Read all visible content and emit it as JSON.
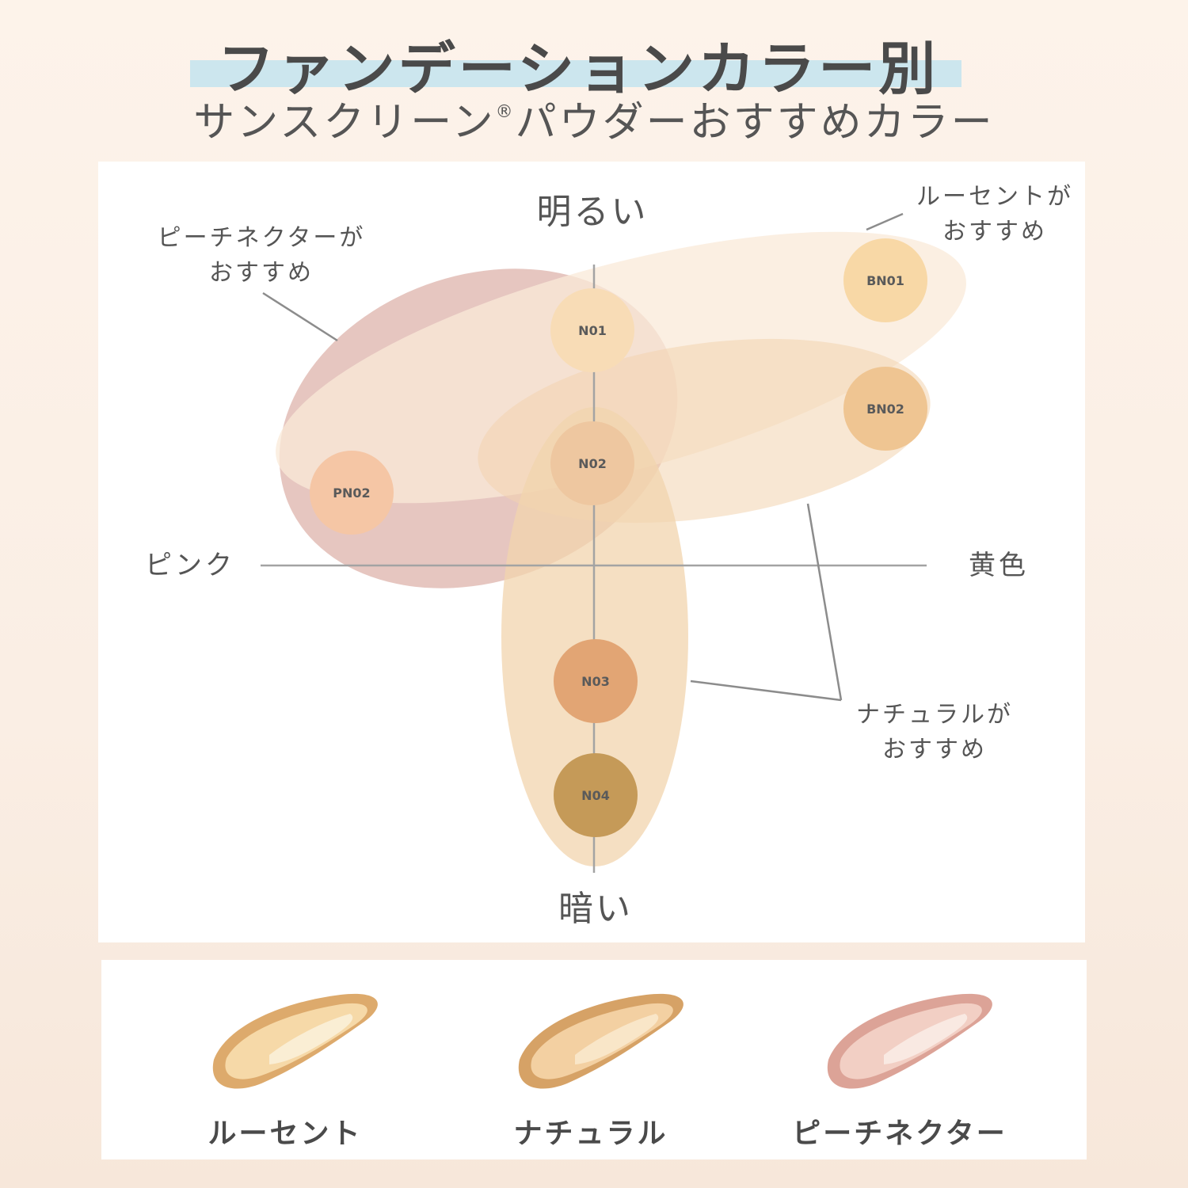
{
  "title": "ファンデーションカラー別",
  "subtitle": {
    "main": "サンスクリーン",
    "mark": "®",
    "rest": "パウダーおすすめカラー"
  },
  "axes": {
    "top": "明るい",
    "bottom": "暗い",
    "left": "ピンク",
    "right": "黄色"
  },
  "callouts": {
    "peach": [
      "ピーチネクターが",
      "おすすめ"
    ],
    "lucent": [
      "ルーセントが",
      "おすすめ"
    ],
    "natural": [
      "ナチュラルが",
      "おすすめ"
    ]
  },
  "swatches": [
    {
      "code": "N01",
      "color": "#f8dcb6"
    },
    {
      "code": "N02",
      "color": "#eec7a0"
    },
    {
      "code": "N03",
      "color": "#e2a574"
    },
    {
      "code": "N04",
      "color": "#c59a58"
    },
    {
      "code": "BN01",
      "color": "#f8d8a6"
    },
    {
      "code": "BN02",
      "color": "#efc592"
    },
    {
      "code": "PN02",
      "color": "#f5c6a5"
    }
  ],
  "groups": {
    "peach": {
      "color": "#d9a89e"
    },
    "lucent": {
      "color": "#f9ead8"
    },
    "natural": {
      "color": "#f2d4ae"
    }
  },
  "powders": [
    {
      "label": "ルーセント",
      "color": "#f6d9a8",
      "edge": "#d9a15c"
    },
    {
      "label": "ナチュラル",
      "color": "#f3d0a2",
      "edge": "#d29855"
    },
    {
      "label": "ピーチネクター",
      "color": "#f2cfc4",
      "edge": "#d8998c"
    }
  ]
}
